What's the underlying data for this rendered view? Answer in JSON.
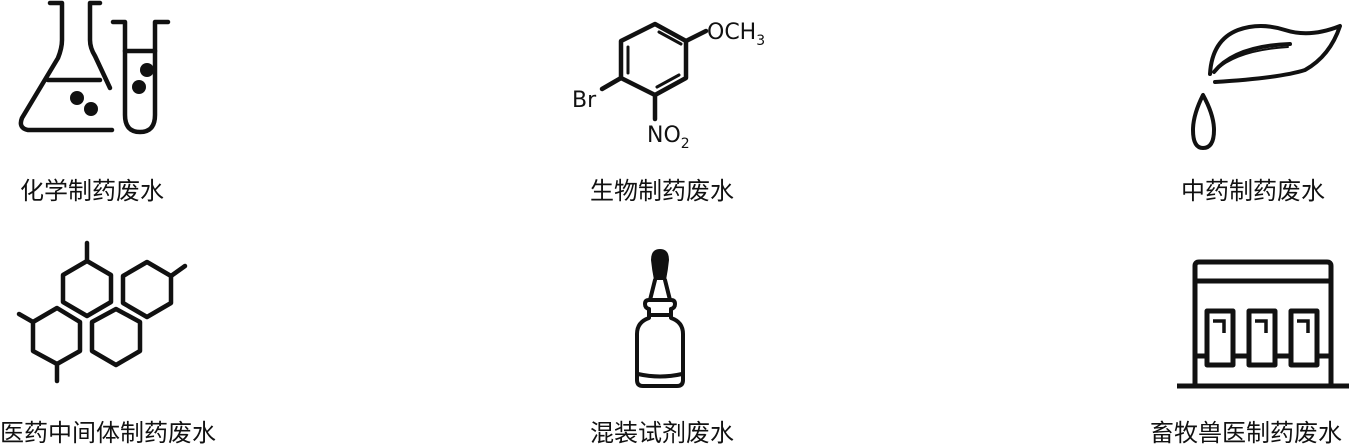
{
  "categories": [
    {
      "id": "chemical",
      "label": "化学制药废水",
      "icon": "flask-and-test-tube-icon"
    },
    {
      "id": "biological",
      "label": "生物制药废水",
      "icon": "molecule-structure-icon",
      "molecule": {
        "substituent_top": "OCH",
        "substituent_top_sub": "3",
        "substituent_left": "Br",
        "substituent_bottom": "NO",
        "substituent_bottom_sub": "2"
      }
    },
    {
      "id": "tcm",
      "label": "中药制药废水",
      "icon": "leaf-with-drop-icon"
    },
    {
      "id": "intermediate",
      "label": "医药中间体制药废水",
      "icon": "hexagon-rings-icon"
    },
    {
      "id": "mixed-reagent",
      "label": "混装试剂废水",
      "icon": "dropper-bottle-icon"
    },
    {
      "id": "veterinary",
      "label": "畜牧兽医制药废水",
      "icon": "vial-cabinet-icon"
    }
  ],
  "colors": {
    "stroke": "#111111",
    "background": "#ffffff"
  }
}
